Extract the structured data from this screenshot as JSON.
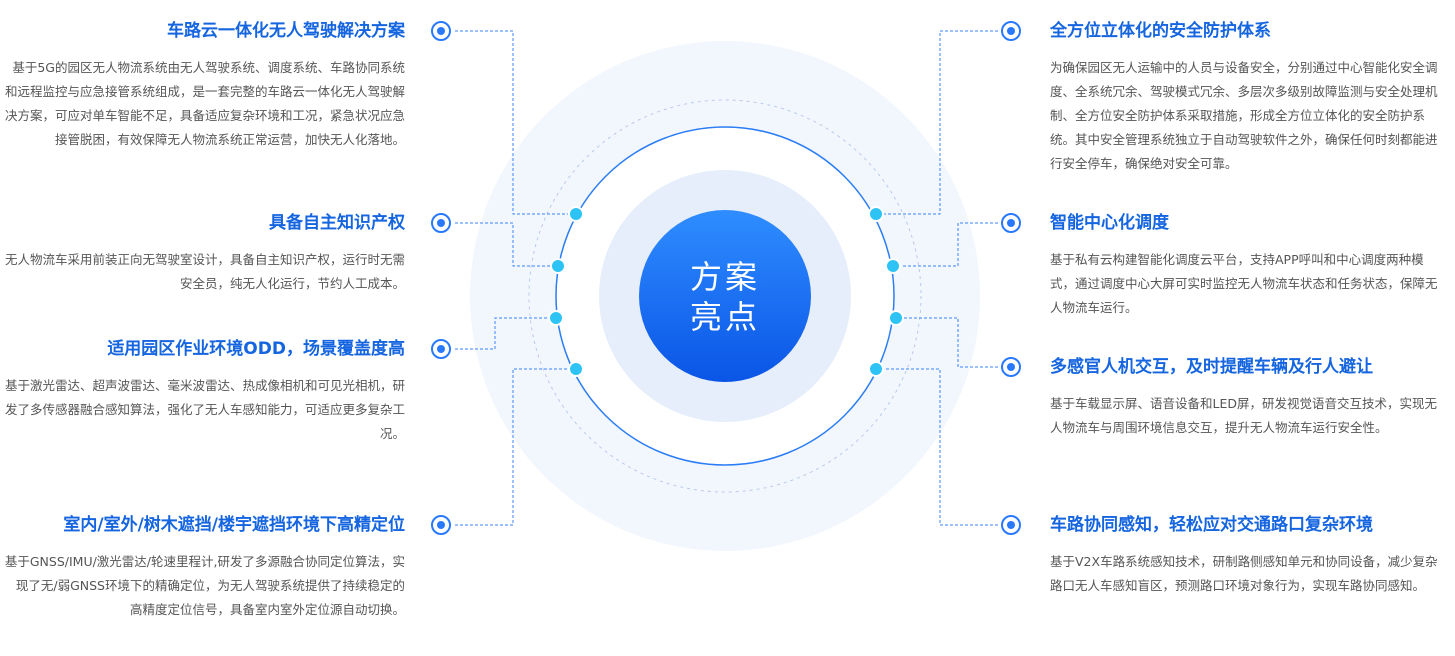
{
  "center": {
    "line1": "方案",
    "line2": "亮点"
  },
  "colors": {
    "accent": "#1565e0",
    "bullet": "#2979ff",
    "connector": "#3a86ff",
    "node": "#2ec3f5"
  },
  "left": [
    {
      "title": "车路云一体化无人驾驶解决方案",
      "desc": "基于5G的园区无人物流系统由无人驾驶系统、调度系统、车路协同系统和远程监控与应急接管系统组成，是一套完整的车路云一体化无人驾驶解决方案，可应对单车智能不足，具备适应复杂环境和工况，紧急状况应急接管脱困，有效保障无人物流系统正常运营，加快无人化落地。"
    },
    {
      "title": "具备自主知识产权",
      "desc": "无人物流车采用前装正向无驾驶室设计，具备自主知识产权，运行时无需安全员，纯无人化运行，节约人工成本。"
    },
    {
      "title": "适用园区作业环境ODD，场景覆盖度高",
      "desc": "基于激光雷达、超声波雷达、毫米波雷达、热成像相机和可见光相机，研发了多传感器融合感知算法，强化了无人车感知能力，可适应更多复杂工况。"
    },
    {
      "title": "室内/室外/树木遮挡/楼宇遮挡环境下高精定位",
      "desc": "基于GNSS/IMU/激光雷达/轮速里程计,研发了多源融合协同定位算法，实现了无/弱GNSS环境下的精确定位，为无人驾驶系统提供了持续稳定的高精度定位信号，具备室内室外定位源自动切换。"
    }
  ],
  "right": [
    {
      "title": "全方位立体化的安全防护体系",
      "desc": "为确保园区无人运输中的人员与设备安全，分别通过中心智能化安全调度、全系统冗余、驾驶模式冗余、多层次多级别故障监测与安全处理机制、全方位安全防护体系采取措施，形成全方位立体化的安全防护系统。其中安全管理系统独立于自动驾驶软件之外，确保任何时刻都能进行安全停车，确保绝对安全可靠。"
    },
    {
      "title": "智能中心化调度",
      "desc": "基于私有云构建智能化调度云平台，支持APP呼叫和中心调度两种模式，通过调度中心大屏可实时监控无人物流车状态和任务状态，保障无人物流车运行。"
    },
    {
      "title": "多感官人机交互，及时提醒车辆及行人避让",
      "desc": "基于车载显示屏、语音设备和LED屏，研发视觉语音交互技术，实现无人物流车与周围环境信息交互，提升无人物流车运行安全性。"
    },
    {
      "title": "车路协同感知，轻松应对交通路口复杂环境",
      "desc": "基于V2X车路系统感知技术，研制路侧感知单元和协同设备，减少复杂路口无人车感知盲区，预测路口环境对象行为，实现车路协同感知。"
    }
  ]
}
